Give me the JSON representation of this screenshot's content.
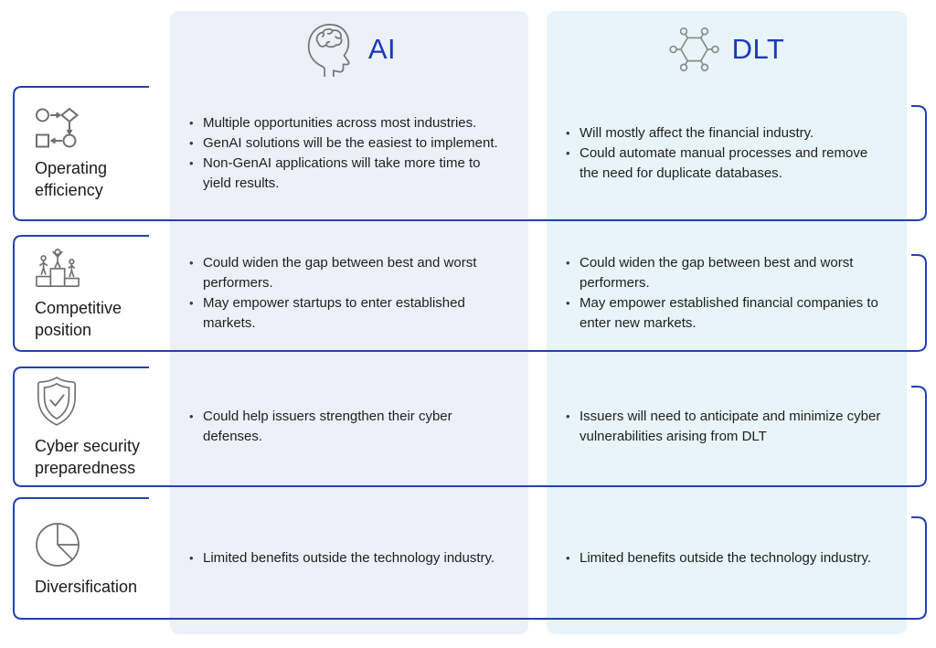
{
  "columns": [
    {
      "id": "ai",
      "label": "AI",
      "icon": "brain-head-icon"
    },
    {
      "id": "dlt",
      "label": "DLT",
      "icon": "molecule-icon"
    }
  ],
  "rows": [
    {
      "id": "operating-efficiency",
      "label": "Operating efficiency",
      "icon": "flowchart-icon",
      "ai": [
        "Multiple opportunities across most industries.",
        "GenAI solutions will be the easiest to implement.",
        "Non-GenAI applications will take more time to yield results."
      ],
      "dlt": [
        "Will mostly affect the financial industry.",
        "Could automate manual processes and remove the need for duplicate databases."
      ]
    },
    {
      "id": "competitive-position",
      "label": "Competitive position",
      "icon": "podium-icon",
      "ai": [
        "Could widen the gap between best and worst performers.",
        "May empower startups to enter established markets."
      ],
      "dlt": [
        "Could widen the gap between best and worst performers.",
        "May empower established financial companies to enter new markets."
      ]
    },
    {
      "id": "cyber-security-preparedness",
      "label": "Cyber security preparedness",
      "icon": "shield-check-icon",
      "ai": [
        "Could help issuers strengthen their cyber defenses."
      ],
      "dlt": [
        "Issuers will need to anticipate and minimize cyber vulnerabilities arising from DLT"
      ]
    },
    {
      "id": "diversification",
      "label": "Diversification",
      "icon": "pie-chart-icon",
      "ai": [
        "Limited benefits outside the technology industry."
      ],
      "dlt": [
        "Limited benefits outside the technology industry."
      ]
    }
  ],
  "colors": {
    "outline_blue": "#2341B2",
    "header_text_blue": "#1B3AB8",
    "ai_band": "#EDF0F9",
    "dlt_band": "#E7F4F9",
    "icon_gray": "#6E6E6E",
    "body_text": "#1F1F1F"
  }
}
